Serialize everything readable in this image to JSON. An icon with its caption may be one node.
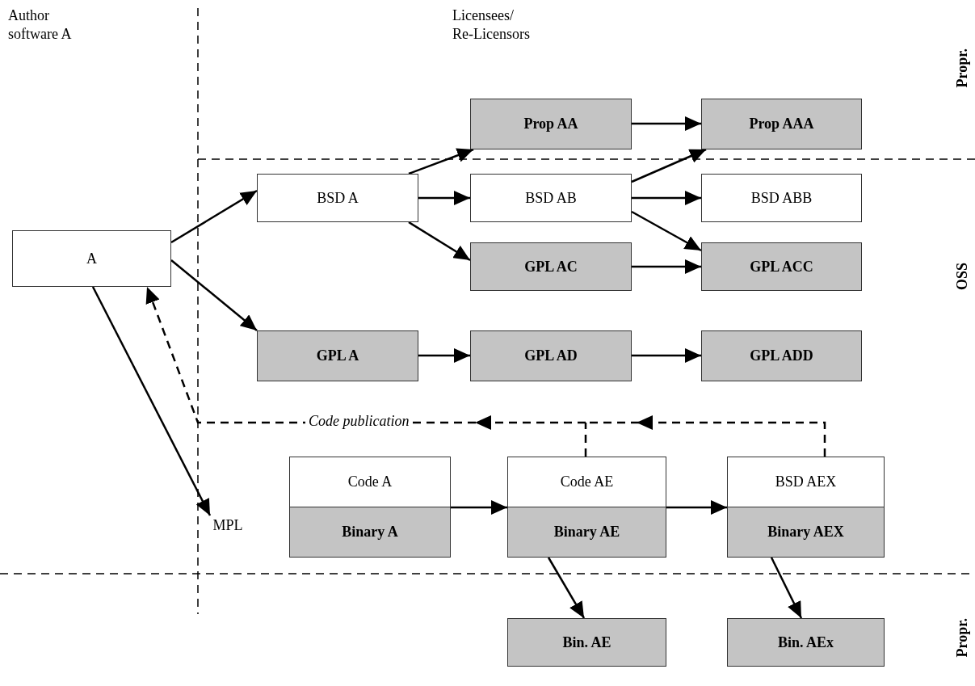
{
  "diagram": {
    "nodes": [
      {
        "text": [
          "A"
        ]
      },
      {
        "text": [
          "Prop AA"
        ]
      },
      {
        "text": [
          "Prop AAA"
        ]
      },
      {
        "text": [
          "BSD A"
        ]
      },
      {
        "text": [
          "BSD AB"
        ]
      },
      {
        "text": [
          "BSD ABB"
        ]
      },
      {
        "text": [
          "GPL AC"
        ]
      },
      {
        "text": [
          "GPL ACC"
        ]
      },
      {
        "text": [
          "GPL A"
        ]
      },
      {
        "text": [
          "GPL AD"
        ]
      },
      {
        "text": [
          "GPL ADD"
        ]
      },
      {
        "text": [
          "MPL"
        ]
      },
      {
        "text": [
          "Code A",
          "Binary A"
        ]
      },
      {
        "text": [
          "Code AE",
          "Binary AE"
        ]
      },
      {
        "text": [
          "BSD AEX",
          "Binary AEX"
        ]
      },
      {
        "text": [
          "Bin. AE"
        ]
      },
      {
        "text": [
          "Bin. AEx"
        ]
      }
    ],
    "edges": [
      {
        "from": 0,
        "to": 3,
        "arrow": "to"
      },
      {
        "from": 0,
        "to": 8,
        "arrow": "to"
      },
      {
        "from": 0,
        "to": 11,
        "arrow": "to"
      },
      {
        "from": 3,
        "to": 1,
        "arrow": "to"
      },
      {
        "from": 3,
        "to": 4,
        "arrow": "to"
      },
      {
        "from": 3,
        "to": 6,
        "arrow": "to"
      },
      {
        "from": 1,
        "to": 2,
        "arrow": "to"
      },
      {
        "from": 4,
        "to": 2,
        "arrow": "to"
      },
      {
        "from": 4,
        "to": 5,
        "arrow": "to"
      },
      {
        "from": 4,
        "to": 7,
        "arrow": "to"
      },
      {
        "from": 6,
        "to": 7,
        "arrow": "to"
      },
      {
        "from": 8,
        "to": 9,
        "arrow": "to"
      },
      {
        "from": 9,
        "to": 10,
        "arrow": "to"
      },
      {
        "from": 12,
        "to": 13,
        "arrow": "to"
      },
      {
        "from": 13,
        "to": 14,
        "arrow": "to"
      },
      {
        "from": 13,
        "to": 15,
        "arrow": "to"
      },
      {
        "from": 14,
        "to": 16,
        "arrow": "to"
      },
      {
        "from": 13,
        "to": 0,
        "arrow": "to",
        "style": "dashed",
        "label": "Code publication"
      },
      {
        "from": 14,
        "to": 0,
        "arrow": "to",
        "style": "dashed"
      }
    ],
    "labels": [
      "Author software A",
      "Licensees/ Re-Licensors",
      "Propr.",
      "OSS",
      "Propr."
    ]
  }
}
